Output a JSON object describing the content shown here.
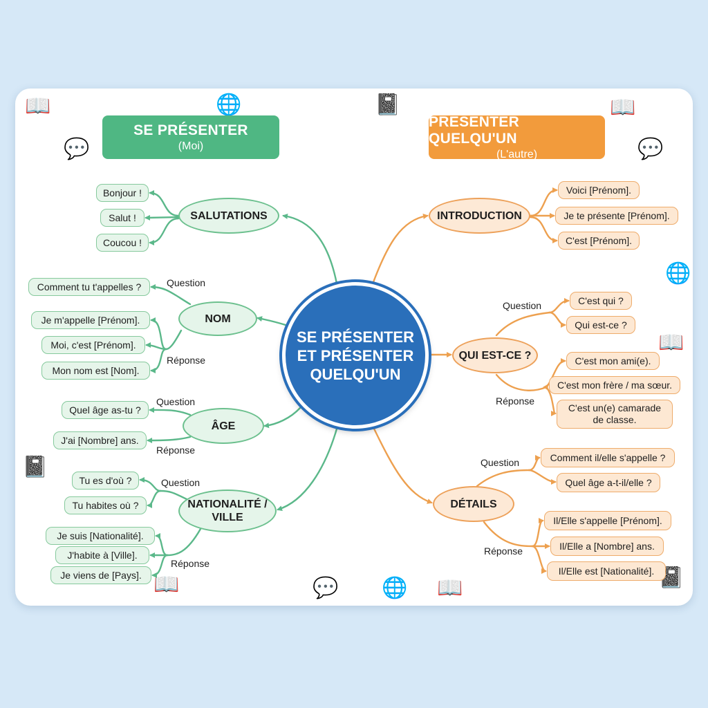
{
  "left_header": {
    "title": "SE PRÉSENTER",
    "subtitle": "(Moi)"
  },
  "right_header": {
    "title": "PRÉSENTER QUELQU'UN",
    "subtitle": "(L'autre)"
  },
  "center": {
    "lines": [
      "SE PRÉSENTER",
      "ET PRÉSENTER",
      "QUELQU'UN"
    ]
  },
  "left": {
    "salutations": {
      "label": "SALUTATIONS",
      "items": [
        "Bonjour !",
        "Salut !",
        "Coucou !"
      ]
    },
    "nom": {
      "label": "NOM",
      "question_label": "Question",
      "answer_label": "Réponse",
      "questions": [
        "Comment tu t'appelles ?"
      ],
      "answers": [
        "Je m'appelle [Prénom].",
        "Moi, c'est [Prénom].",
        "Mon nom est [Nom]."
      ]
    },
    "age": {
      "label": "ÂGE",
      "question_label": "Question",
      "answer_label": "Réponse",
      "questions": [
        "Quel âge as-tu ?"
      ],
      "answers": [
        "J'ai [Nombre] ans."
      ]
    },
    "nationalite": {
      "label_lines": [
        "NATIONALITÉ /",
        "VILLE"
      ],
      "question_label": "Question",
      "answer_label": "Réponse",
      "questions": [
        "Tu es d'où ?",
        "Tu habites où ?"
      ],
      "answers": [
        "Je suis [Nationalité].",
        "J'habite à [Ville].",
        "Je viens de [Pays]."
      ]
    }
  },
  "right": {
    "introduction": {
      "label": "INTRODUCTION",
      "items": [
        "Voici [Prénom].",
        "Je te présente [Prénom].",
        "C'est [Prénom]."
      ]
    },
    "qui": {
      "label": "QUI EST-CE ?",
      "question_label": "Question",
      "answer_label": "Réponse",
      "questions": [
        "C'est qui ?",
        "Qui est-ce ?"
      ],
      "answers": [
        "C'est mon ami(e).",
        "C'est mon frère / ma sœur."
      ],
      "answer_multiline": [
        "C'est un(e) camarade",
        "de classe."
      ]
    },
    "details": {
      "label": "DÉTAILS",
      "question_label": "Question",
      "answer_label": "Réponse",
      "questions": [
        "Comment il/elle s'appelle ?",
        "Quel âge a-t-il/elle ?"
      ],
      "answers": [
        "Il/Elle s'appelle [Prénom].",
        "Il/Elle a [Nombre] ans.",
        "Il/Elle est [Nationalité]."
      ]
    }
  },
  "colors": {
    "green": "#4fb783",
    "green_line": "#5bb88a",
    "orange": "#f29b3c",
    "orange_line": "#eda04f",
    "blue": "#2a6fba"
  },
  "icons": [
    "book-icon",
    "speech-bubble-icon",
    "globe-icon",
    "notebook-icon"
  ]
}
